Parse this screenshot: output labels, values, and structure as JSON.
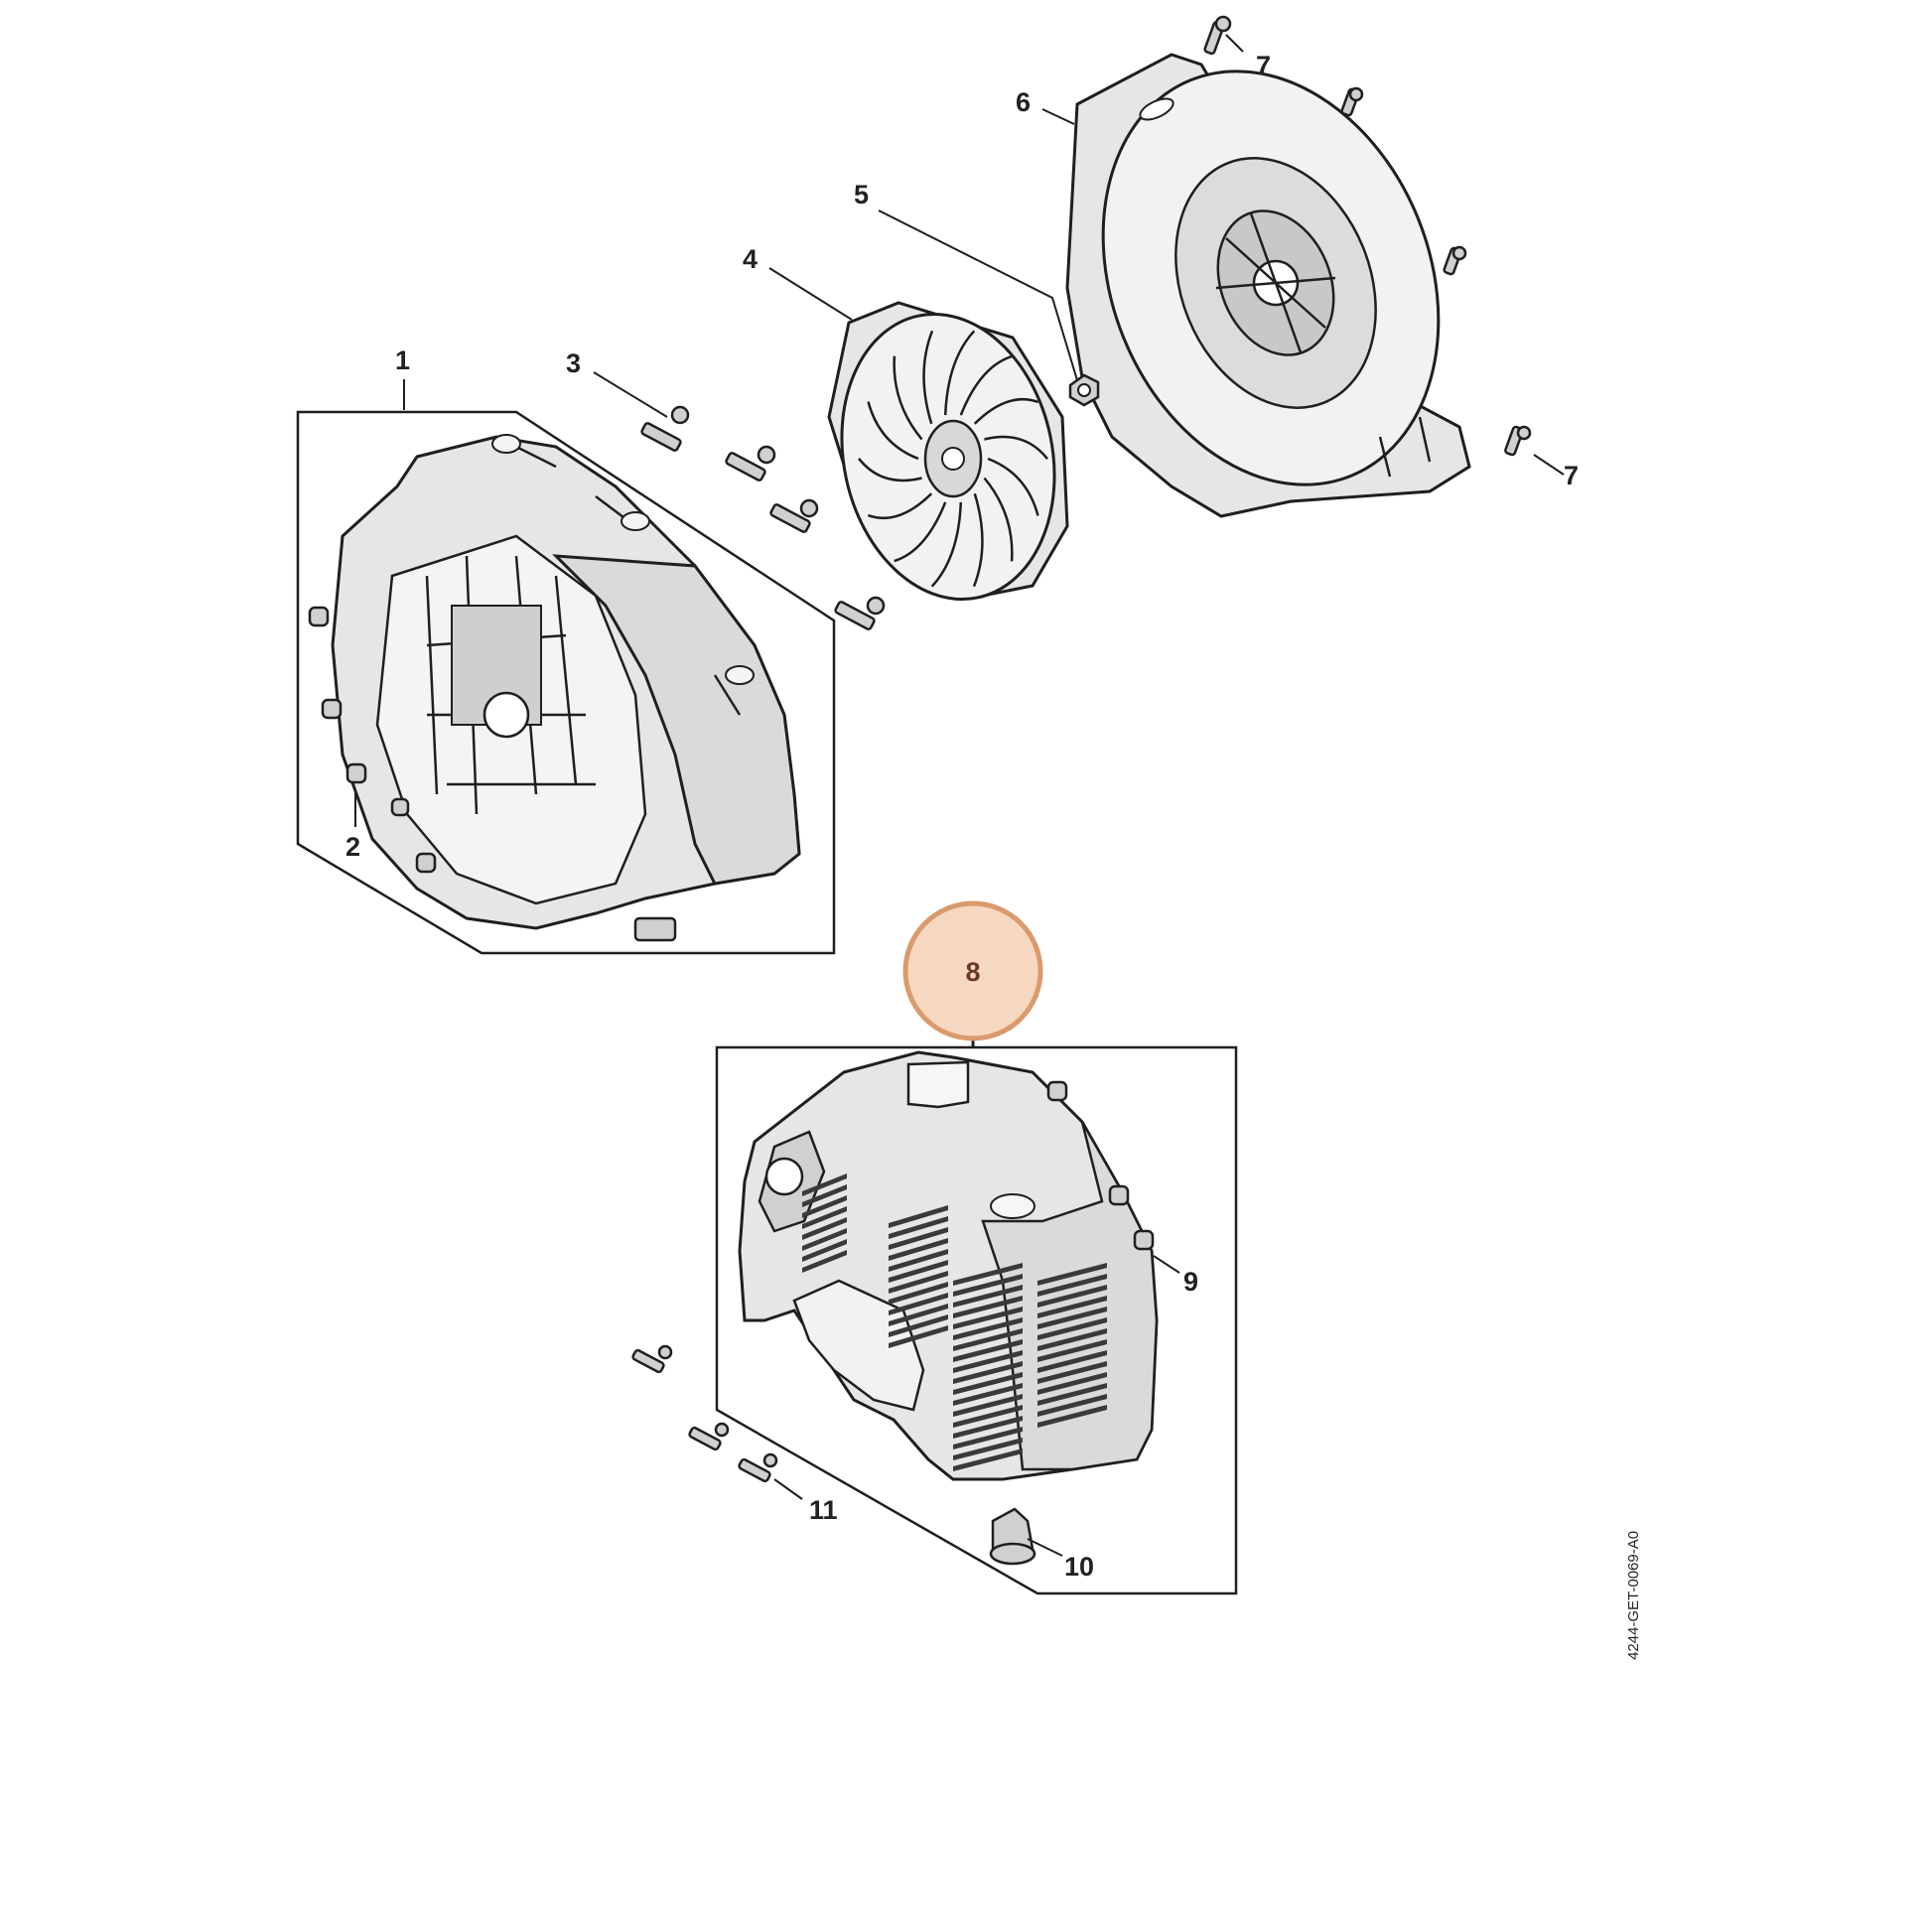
{
  "diagram": {
    "reference_code": "4244-GET-0069-A0",
    "highlight_color": "#d99a6c",
    "highlight_fill": "#f6d8c0",
    "callouts": [
      {
        "id": "1",
        "label": "1"
      },
      {
        "id": "2",
        "label": "2"
      },
      {
        "id": "3",
        "label": "3"
      },
      {
        "id": "4",
        "label": "4"
      },
      {
        "id": "5",
        "label": "5"
      },
      {
        "id": "6",
        "label": "6"
      },
      {
        "id": "7a",
        "label": "7"
      },
      {
        "id": "7b",
        "label": "7"
      },
      {
        "id": "8",
        "label": "8",
        "highlighted": true
      },
      {
        "id": "9",
        "label": "9"
      },
      {
        "id": "10",
        "label": "10"
      },
      {
        "id": "11",
        "label": "11"
      }
    ]
  }
}
